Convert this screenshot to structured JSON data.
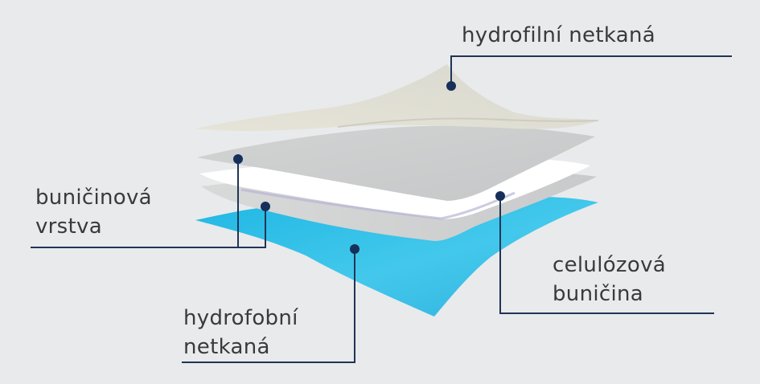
{
  "labels": {
    "top_right": "hydrofilní netkaná",
    "left_line1": "buničinová",
    "left_line2": "vrstva",
    "right_line1": "celulózová",
    "right_line2": "buničina",
    "bottom_line1": "hydrofobní",
    "bottom_line2": "netkaná"
  },
  "colors": {
    "background": "#e9eaec",
    "leader_line": "#1f3556",
    "top_sheet": "#e8e6dc",
    "middle_sheet": "#d6d7d7",
    "white_sheet": "#ffffff",
    "blue_sheet": "#32c1e6"
  }
}
